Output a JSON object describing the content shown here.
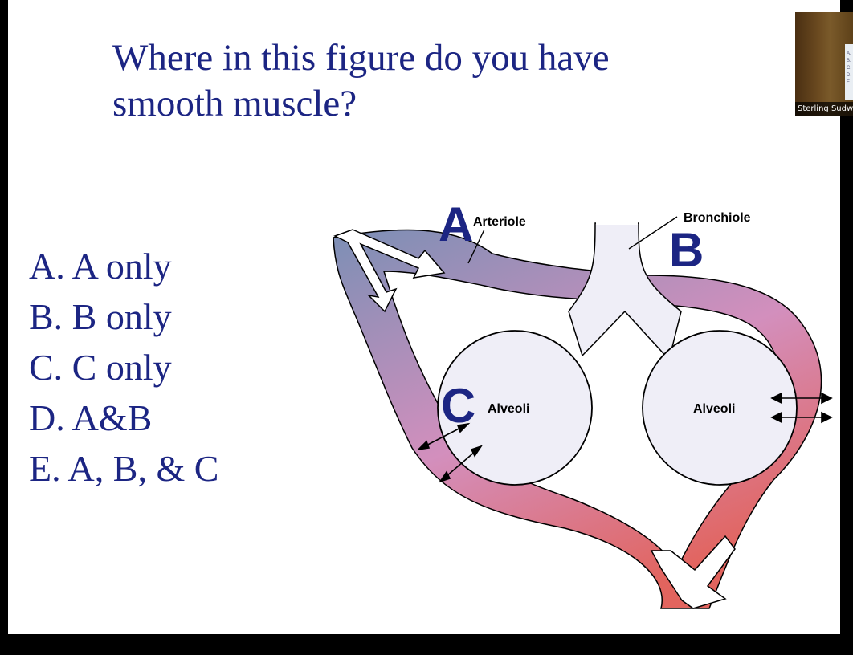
{
  "slide": {
    "question": "Where in this figure do you have smooth muscle?",
    "options": [
      "A. A only",
      "B. B only",
      "C. C only",
      "D. A&B",
      "E. A, B, & C"
    ]
  },
  "figure": {
    "marker_a": "A",
    "marker_b": "B",
    "marker_c": "C",
    "label_arteriole": "Arteriole",
    "label_bronchiole": "Bronchiole",
    "label_alveoli_left": "Alveoli",
    "label_alveoli_right": "Alveoli",
    "colors": {
      "deoxygenated": "#7b8fb5",
      "mixed": "#d38fbd",
      "oxygenated": "#e2645e",
      "alveoli_fill": "#efeef7",
      "marker": "#1c2583"
    }
  },
  "video_tile": {
    "participant_name": "Sterling Sudweeks",
    "board_text": "A.\nB.\nC.\nD.\nE."
  }
}
